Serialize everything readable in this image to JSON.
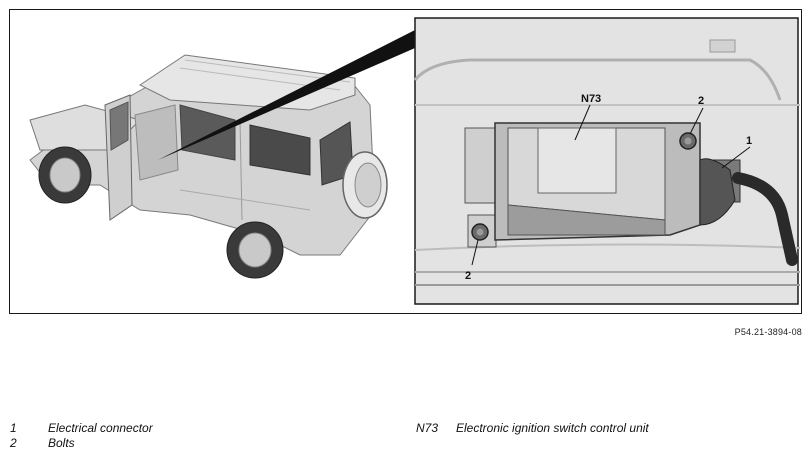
{
  "figure": {
    "reference": "P54.21-3894-08",
    "callouts": {
      "n73": "N73",
      "bolt_top": "2",
      "connector": "1",
      "bolt_bottom": "2"
    }
  },
  "legend": [
    {
      "key": "1",
      "text": "Electrical connector"
    },
    {
      "key": "2",
      "text": "Bolts"
    },
    {
      "key": "N73",
      "text": "Electronic ignition switch control unit"
    }
  ]
}
